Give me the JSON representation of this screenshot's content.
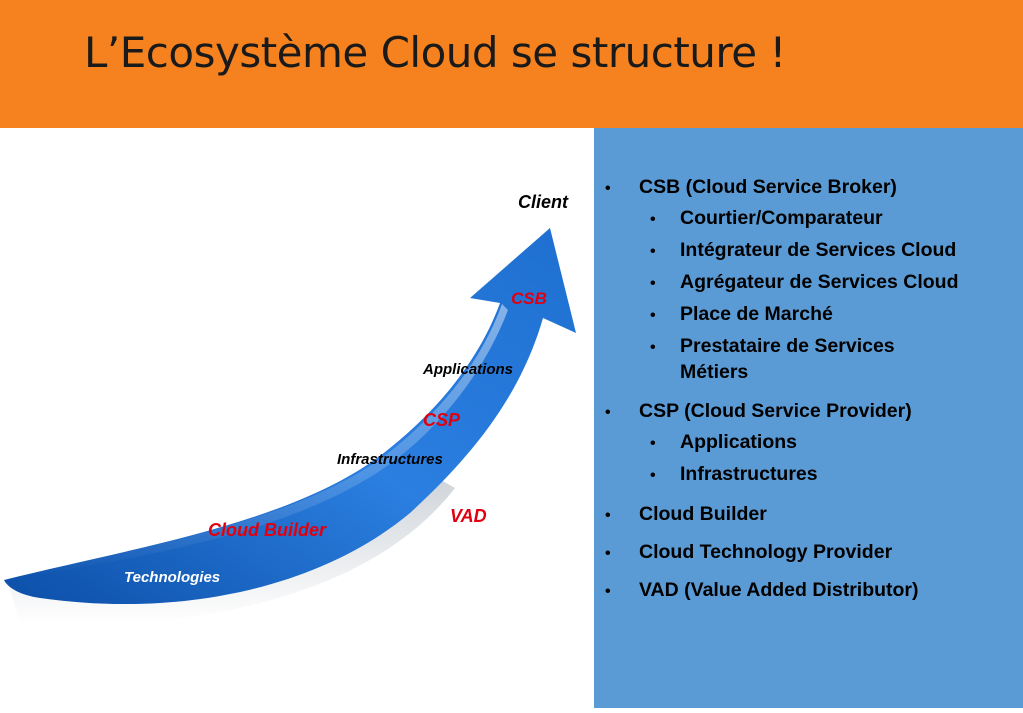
{
  "slide": {
    "title": "L’Ecosystème Cloud se structure !"
  },
  "diagram": {
    "client": "Client",
    "csb": "CSB",
    "applications": "Applications",
    "csp": "CSP",
    "infrastructures": "Infrastructures",
    "vad": "VAD",
    "cloud_builder": "Cloud Builder",
    "technologies": "Technologies"
  },
  "bullets": {
    "csb": "CSB (Cloud Service Broker)",
    "csb_items": [
      "Courtier/Comparateur",
      "Intégrateur de Services Cloud",
      "Agrégateur de Services Cloud",
      "Place de Marché",
      "Prestataire de Services",
      "Métiers"
    ],
    "csp": "CSP (Cloud Service Provider)",
    "csp_items": [
      "Applications",
      "Infrastructures"
    ],
    "cloud_builder": "Cloud Builder",
    "cloud_tech": "Cloud Technology Provider",
    "vad": "VAD (Value Added Distributor)",
    "bullet_char": "•"
  },
  "colors": {
    "header": "#f5821f",
    "panel": "#5b9bd5",
    "arrow": "#1f6fd1",
    "red_label": "#e0000f",
    "blue_label": "#ffffff"
  }
}
